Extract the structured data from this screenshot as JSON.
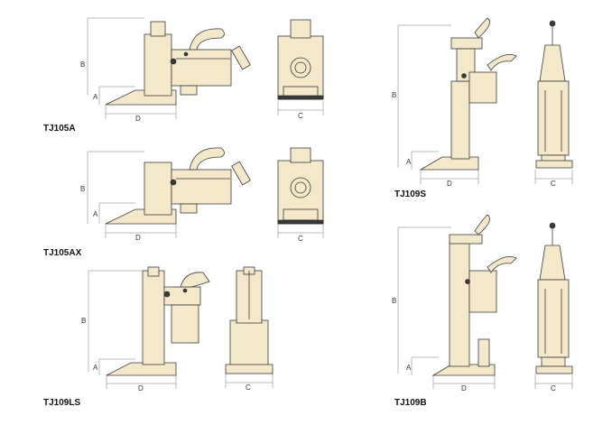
{
  "models": [
    {
      "id": "tj105a",
      "label": "TJ105A"
    },
    {
      "id": "tj105ax",
      "label": "TJ105AX"
    },
    {
      "id": "tj109ls",
      "label": "TJ109LS"
    },
    {
      "id": "tj109s",
      "label": "TJ109S"
    },
    {
      "id": "tj109b",
      "label": "TJ109B"
    }
  ],
  "dimension_labels": {
    "a": "A",
    "b": "B",
    "c": "C",
    "d": "D"
  }
}
